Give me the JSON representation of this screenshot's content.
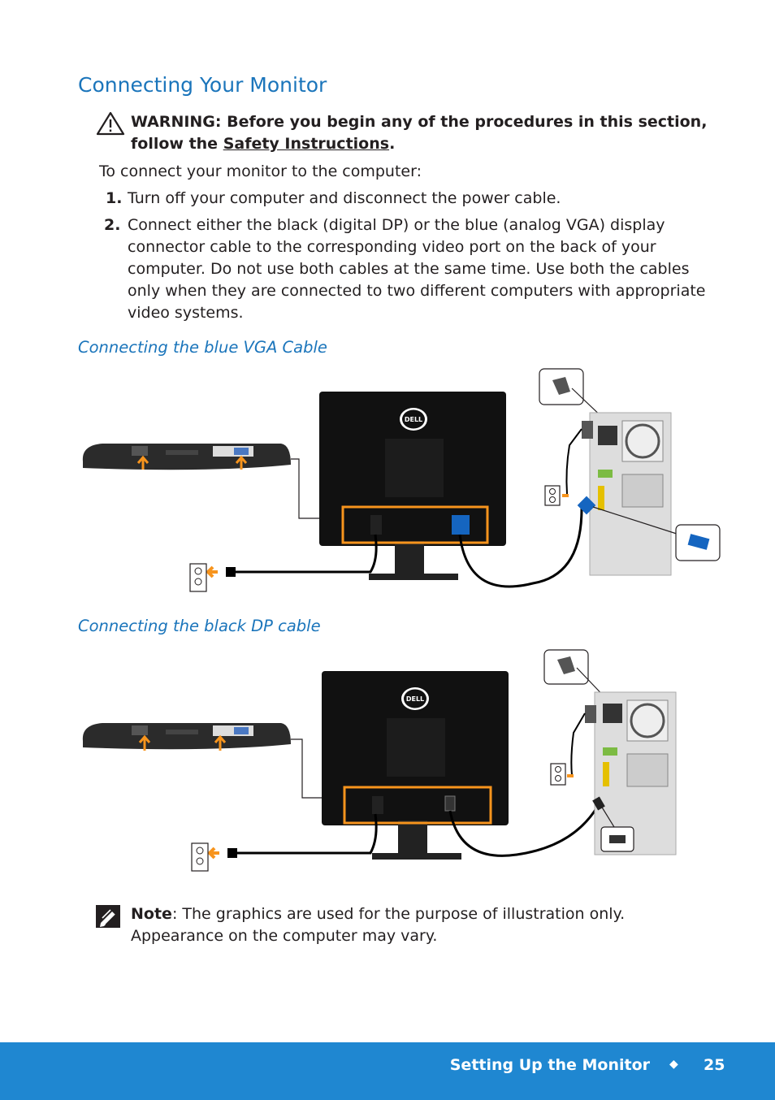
{
  "title": "Connecting Your Monitor",
  "warning": {
    "prefix": "WARNING: Before you begin any of the procedures in this section, follow the ",
    "link": "Safety Instructions",
    "suffix": "."
  },
  "intro": "To connect your monitor to the computer:",
  "steps": [
    {
      "num": "1.",
      "text": "Turn off your computer and disconnect the power cable."
    },
    {
      "num": "2.",
      "text": "Connect either the black (digital DP) or the blue (analog VGA) display connector cable to the corresponding video port on the back of your computer. Do not use both cables at the same time. Use both the cables only when they are connected to two different computers with appropriate video systems."
    }
  ],
  "sections": {
    "vga": "Connecting the blue VGA Cable",
    "dp": "Connecting the black DP cable"
  },
  "illustration": {
    "logo": "DELL"
  },
  "note": {
    "label": "Note",
    "text": ": The graphics are used for the purpose of illustration only. Appearance on the computer may vary."
  },
  "footer": {
    "chapter": "Setting Up the Monitor",
    "page": "25"
  },
  "colors": {
    "heading_blue": "#1b75bb",
    "footer_blue": "#1f87d1",
    "highlight_orange": "#f7941d",
    "vga_blue": "#1565c0"
  }
}
